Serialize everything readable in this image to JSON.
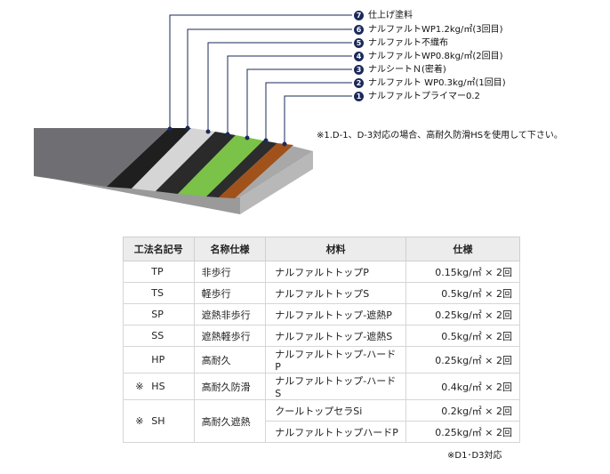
{
  "layers": [
    {
      "num": "7",
      "label": "仕上げ塗料"
    },
    {
      "num": "6",
      "label": "ナルファルトWP1.2kg/㎡(3回目)"
    },
    {
      "num": "5",
      "label": "ナルファルト不織布"
    },
    {
      "num": "4",
      "label": "ナルファルトWP0.8kg/㎡(2回目)"
    },
    {
      "num": "3",
      "label": "ナルシートＮ(密着)"
    },
    {
      "num": "2",
      "label": "ナルファルト WP0.3kg/㎡(1回目)"
    },
    {
      "num": "1",
      "label": "ナルファルトプライマー0.2"
    }
  ],
  "note_top": "※1.D-1、D-3対応の場合、高耐久防滑HSを使用して下さい。",
  "table": {
    "headers": [
      "工法名記号",
      "名称仕様",
      "材料",
      "仕様"
    ],
    "rows": [
      {
        "mark": "",
        "code": "TP",
        "name": "非歩行",
        "material": "ナルファルトトップP",
        "spec": "0.15kg/㎡ × 2回"
      },
      {
        "mark": "",
        "code": "TS",
        "name": "軽歩行",
        "material": "ナルファルトトップS",
        "spec": "0.5kg/㎡ × 2回"
      },
      {
        "mark": "",
        "code": "SP",
        "name": "遮熱非歩行",
        "material": "ナルファルトトップ-遮熱P",
        "spec": "0.25kg/㎡ × 2回"
      },
      {
        "mark": "",
        "code": "SS",
        "name": "遮熱軽歩行",
        "material": "ナルファルトトップ-遮熱S",
        "spec": "0.5kg/㎡ × 2回"
      },
      {
        "mark": "",
        "code": "HP",
        "name": "高耐久",
        "material": "ナルファルトトップ-ハードP",
        "spec": "0.25kg/㎡ × 2回"
      },
      {
        "mark": "※",
        "code": "HS",
        "name": "高耐久防滑",
        "material": "ナルファルトトップ-ハードS",
        "spec": "0.4kg/㎡ × 2回"
      }
    ],
    "sh": {
      "mark": "※",
      "code": "SH",
      "name": "高耐久遮熱",
      "materials": [
        "クールトップセラSi",
        "ナルファルトトップハードP"
      ],
      "specs": [
        "0.2kg/㎡ × 2回",
        "0.25kg/㎡ × 2回"
      ]
    }
  },
  "note_bottom": "※D1･D3対応",
  "colors": {
    "finish_top": "#6e6e72",
    "black_sheet": "#222222",
    "nonwoven": "#d8d8d8",
    "green_layer": "#7cc24a",
    "brown_primer": "#a0521a",
    "concrete": "#a5a5a5",
    "badge": "#1a2a5a"
  }
}
